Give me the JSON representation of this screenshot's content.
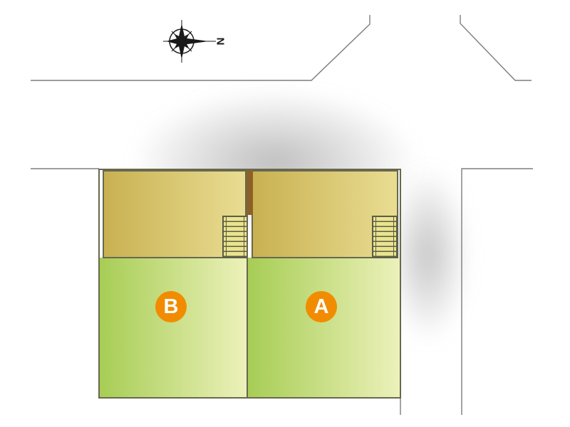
{
  "plan_type": "site-plan",
  "compass": {
    "label": "N",
    "icon": "compass-rose-icon",
    "orientation": "north-points-right"
  },
  "lots": [
    {
      "marker_label": "A",
      "position": "right"
    },
    {
      "marker_label": "B",
      "position": "left"
    }
  ],
  "colors": {
    "outline": "#68684f",
    "road_line": "#7d7d7d",
    "building_from": "#c9b152",
    "building_to": "#e9dd92",
    "lawn_from": "#a7cd55",
    "lawn_to": "#ecf1ba",
    "stairs_fill": "#eae48e",
    "stairs_line": "#5c5c46",
    "party_wall": "#8a6227",
    "marker_bg": "#f18c00",
    "marker_text": "#ffffff",
    "compass_ink": "#1a1a1a",
    "shadow_color": "#8a8a8a",
    "background": "#ffffff"
  }
}
